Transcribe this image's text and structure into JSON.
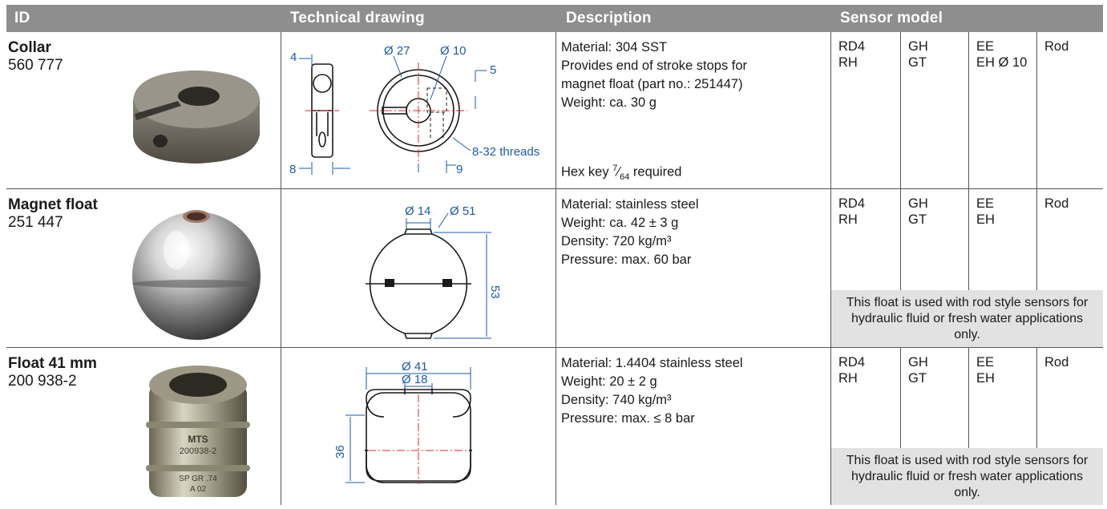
{
  "header": {
    "id": "ID",
    "drawing": "Technical drawing",
    "description": "Description",
    "sensor": "Sensor model"
  },
  "rows": [
    {
      "name": "Collar",
      "number": "560 777",
      "dims": {
        "a": "4",
        "b": "8",
        "d1": "Ø 27",
        "d2": "Ø 10",
        "c": "5",
        "e": "9",
        "threads": "8-32 threads"
      },
      "description": [
        "Material: 304 SST",
        "Provides end of stroke stops for",
        "magnet float (part no.: 251447)",
        "Weight: ca. 30 g"
      ],
      "note_pre": "Hex key ",
      "note_num": "7",
      "note_den": "64",
      "note_post": " required",
      "sensor_cols": [
        [
          "RD4",
          "RH"
        ],
        [
          "GH",
          "GT"
        ],
        [
          "EE",
          "EH Ø 10"
        ],
        [
          "Rod"
        ]
      ]
    },
    {
      "name": "Magnet float",
      "number": "251 447",
      "dims": {
        "d1": "Ø 14",
        "d2": "Ø 51",
        "h": "53"
      },
      "description": [
        "Material: stainless steel",
        "Weight: ca. 42 ± 3 g",
        "Density: 720 kg/m³",
        "Pressure: max. 60 bar"
      ],
      "sensor_cols": [
        [
          "RD4",
          "RH"
        ],
        [
          "GH",
          "GT"
        ],
        [
          "EE",
          "EH"
        ],
        [
          "Rod"
        ]
      ],
      "sensor_note": "This float is used with rod style sensors for hydraulic fluid or fresh water applications only."
    },
    {
      "name": "Float 41 mm",
      "number": "200 938-2",
      "dims": {
        "d1": "Ø 41",
        "d2": "Ø 18",
        "h": "36"
      },
      "photo_text": [
        "MTS",
        "200938-2",
        "SP GR .74",
        "A 02"
      ],
      "description": [
        "Material: 1.4404 stainless steel",
        "Weight: 20 ± 2 g",
        "Density: 740 kg/m³",
        "Pressure: max. ≤ 8 bar"
      ],
      "sensor_cols": [
        [
          "RD4",
          "RH"
        ],
        [
          "GH",
          "GT"
        ],
        [
          "EE",
          "EH"
        ],
        [
          "Rod"
        ]
      ],
      "sensor_note": "This float is used with rod style sensors for hydraulic fluid or fresh water applications only."
    }
  ],
  "colors": {
    "header_bg": "#8e8e8e",
    "dimension_blue": "#1e5aa8",
    "centerline_red": "#e0242a",
    "note_bg": "#e2e2e2"
  }
}
